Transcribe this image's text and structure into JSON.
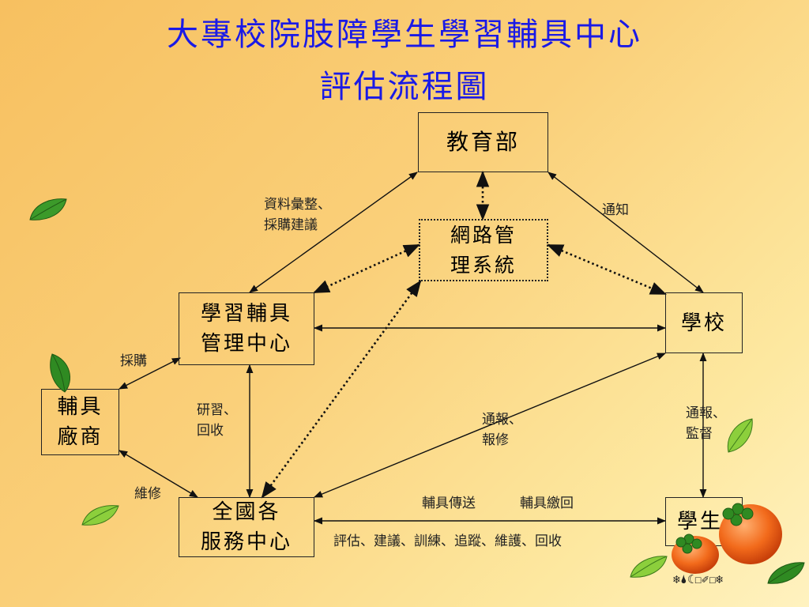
{
  "title": {
    "line1": "大專校院肢障學生學習輔具中心",
    "line2": "評估流程圖"
  },
  "nodes": {
    "moe": "教育部",
    "network": "網路管\n理系統",
    "center": "學習輔具\n管理中心",
    "school": "學校",
    "vendor": "輔具\n廠商",
    "service": "全國各\n服務中心",
    "student": "學生"
  },
  "labels": {
    "data_purchase": "資料彙整、\n採購建議",
    "notify": "通知",
    "purchase": "採購",
    "training": "研習、\n回收",
    "report_repair": "通報、\n報修",
    "report_supervise": "通報、\n監督",
    "repair": "維修",
    "deliver": "輔具傳送",
    "return": "輔具繳回",
    "evaluate": "評估、建議、訓練、追蹤、維護、回收"
  },
  "colors": {
    "title": "#1a1ae6",
    "leaf": "#3c9a2a",
    "persimmon": "#f26a1b"
  },
  "decorations": [
    "leaf-icon",
    "persimmon-icon"
  ]
}
